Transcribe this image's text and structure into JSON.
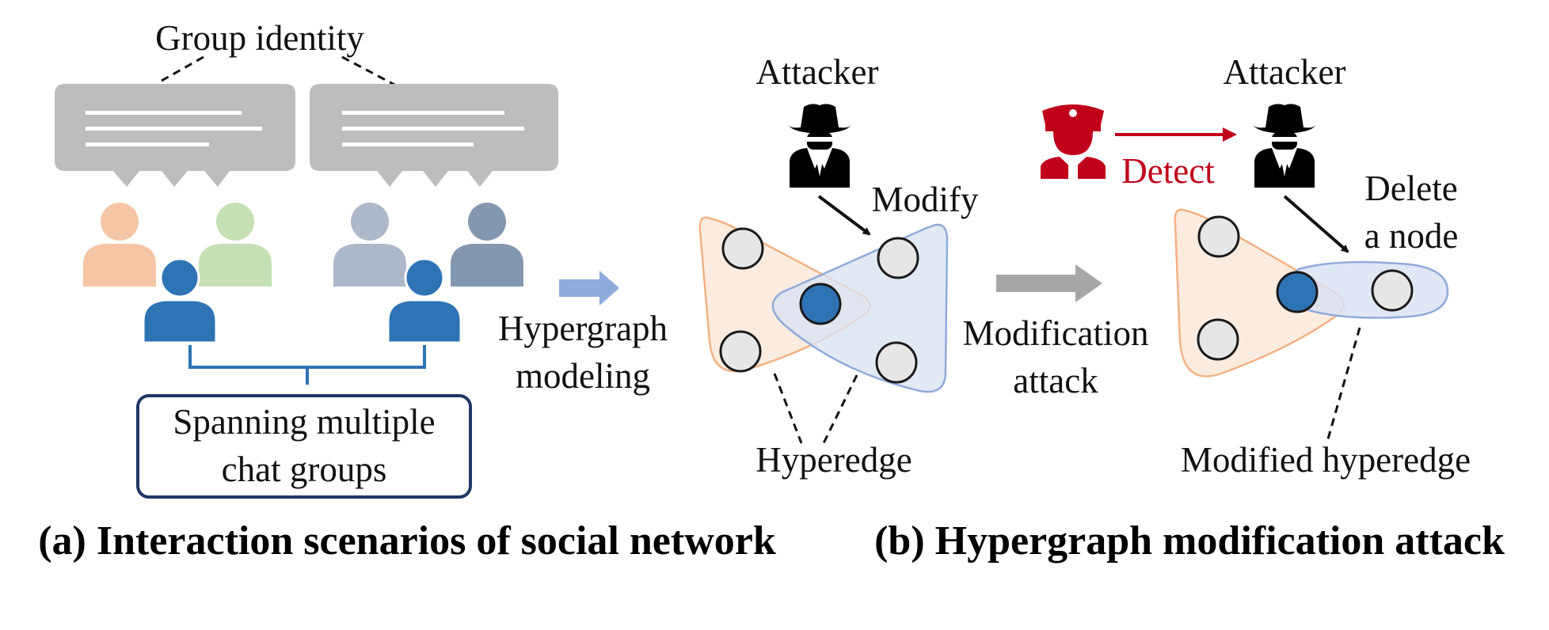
{
  "panel_a": {
    "group_identity": "Group identity",
    "spanning_line1": "Spanning multiple",
    "spanning_line2": "chat groups",
    "caption": "(a) Interaction scenarios of social network"
  },
  "transition": {
    "line1": "Hypergraph",
    "line2": "modeling"
  },
  "panel_b": {
    "attacker_left": "Attacker",
    "modify": "Modify",
    "hyperedge": "Hyperedge",
    "attack_line1": "Modification",
    "attack_line2": "attack",
    "attacker_right": "Attacker",
    "detect": "Detect",
    "delete_line1": "Delete",
    "delete_line2": "a node",
    "modified_hyperedge": "Modified hyperedge",
    "caption": "(b) Hypergraph modification attack"
  },
  "colors": {
    "bubble": "#bdbdbd",
    "user_blue": "#2e74b5",
    "user_peach": "#f5c6a5",
    "user_green": "#c5e0b4",
    "user_lightgray": "#adb9ca",
    "user_slate": "#8497b0",
    "hyperedge_orange": "#fbe5d6",
    "hyperedge_blue": "#dae3f3",
    "node_fill": "#e7e6e6",
    "detect_red": "#c0001a",
    "box_border": "#1f3864"
  }
}
